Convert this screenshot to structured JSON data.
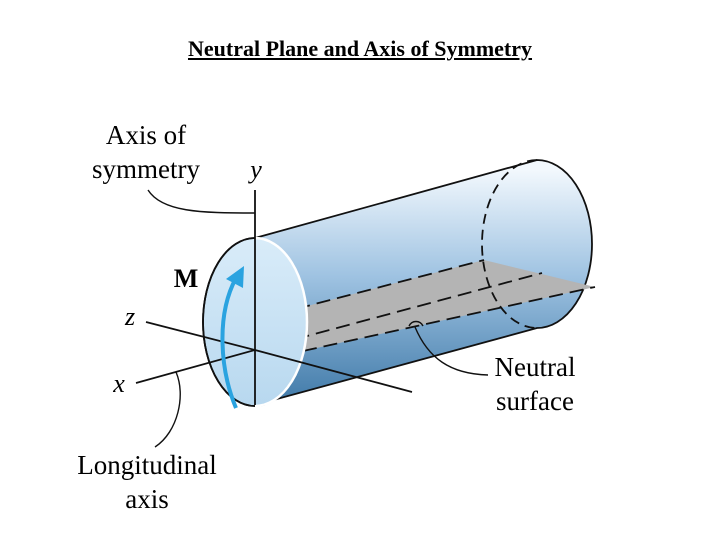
{
  "title": "Neutral Plane and Axis of Symmetry",
  "labels": {
    "axis_of_symmetry": [
      "Axis of",
      "symmetry"
    ],
    "y_axis": "y",
    "z_axis": "z",
    "x_axis": "x",
    "moment": "M",
    "neutral_surface": [
      "Neutral",
      "surface"
    ],
    "longitudinal_axis": [
      "Longitudinal",
      "axis"
    ]
  },
  "colors": {
    "cylinder_top": "#f2f8fd",
    "cylinder_bottom": "#3f79a8",
    "end_face": "#cfe6f6",
    "neutral_plane": "#b4b4b4",
    "moment_arrow": "#2aa3e0"
  }
}
